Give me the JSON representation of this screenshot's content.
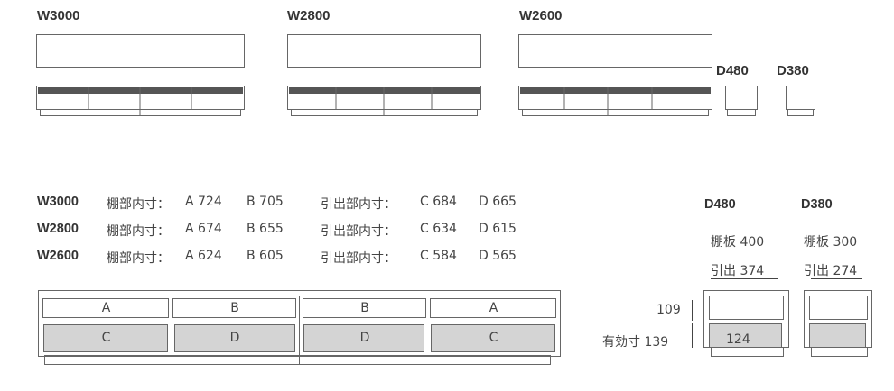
{
  "models": [
    {
      "name": "W3000",
      "shelf_label": "棚部内寸：",
      "A": "A 724",
      "B": "B 705",
      "drawer_label": "引出部内寸：",
      "C": "C 684",
      "D": "D 665"
    },
    {
      "name": "W2800",
      "shelf_label": "棚部内寸：",
      "A": "A 674",
      "B": "B 655",
      "drawer_label": "引出部内寸：",
      "C": "C 634",
      "D": "D 615"
    },
    {
      "name": "W2600",
      "shelf_label": "棚部内寸：",
      "A": "A 624",
      "B": "B 605",
      "drawer_label": "引出部内寸：",
      "C": "C 584",
      "D": "D 565"
    }
  ],
  "depths": [
    {
      "name": "D480",
      "shelf": "棚板 400",
      "drawer": "引出 374"
    },
    {
      "name": "D380",
      "shelf": "棚板 300",
      "drawer": "引出 274"
    }
  ],
  "front_labels": {
    "top": [
      "A",
      "B",
      "B",
      "A"
    ],
    "bottom": [
      "C",
      "D",
      "D",
      "C"
    ]
  },
  "heights": {
    "upper": "109",
    "lower_label": "有効寸 139",
    "inner": "124"
  },
  "colors": {
    "line": "#555555",
    "drawer_fill": "#d4d4d4",
    "dark_band": "#555555"
  }
}
